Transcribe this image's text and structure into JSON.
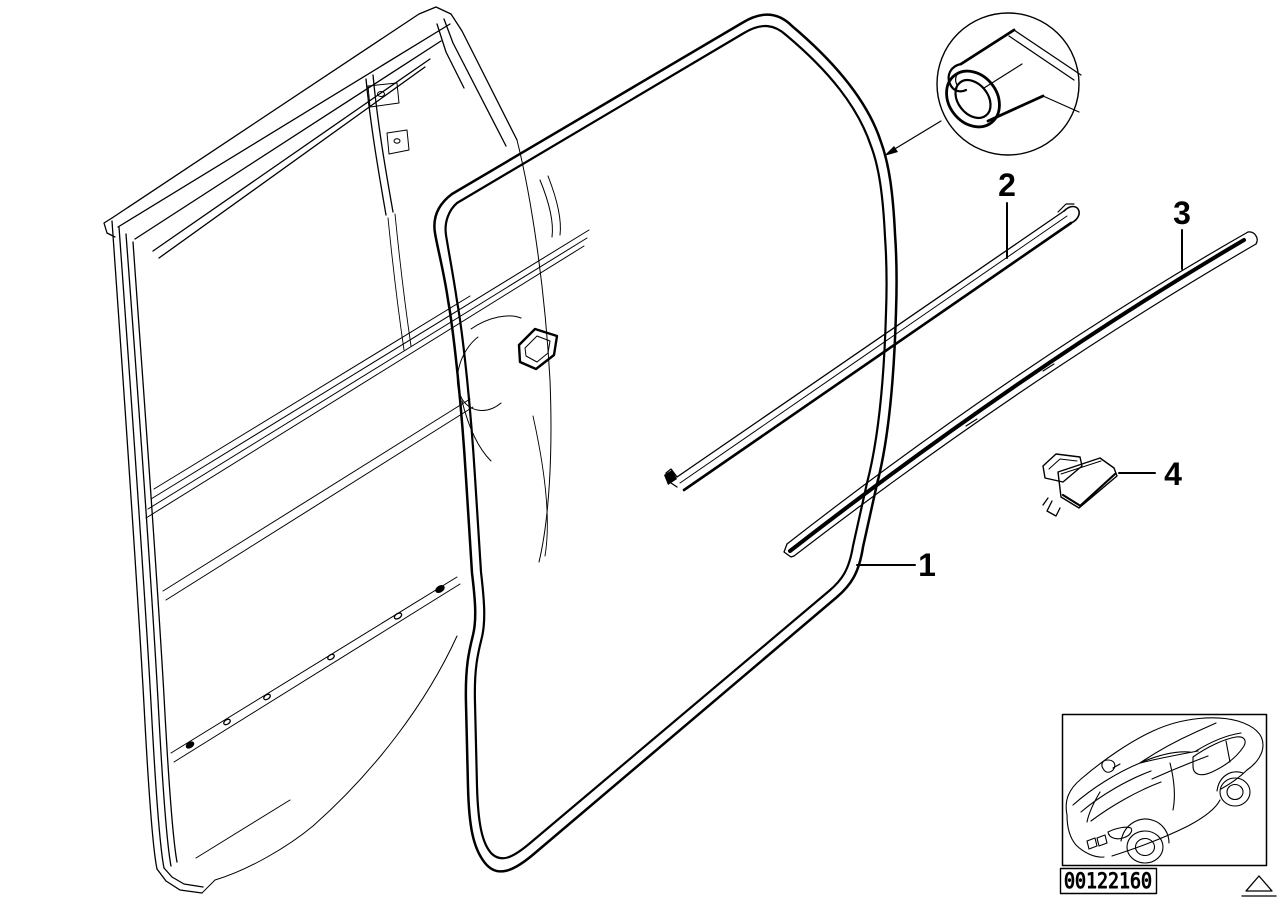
{
  "colors": {
    "ink": "#000000",
    "background": "#ffffff"
  },
  "diagram": {
    "subject": "rear-door-window-frame-and-weatherstrip-exploded-view",
    "callouts": [
      {
        "id": "1",
        "part": "door-weatherstrip-seal-loop",
        "leader": "horizontal"
      },
      {
        "id": "2",
        "part": "inner-window-shaft-molding-strip",
        "leader": "vertical"
      },
      {
        "id": "3",
        "part": "outer-window-shaft-molding-strip",
        "leader": "vertical"
      },
      {
        "id": "4",
        "part": "molding-end-cover-clip",
        "leader": "horizontal"
      }
    ],
    "detail_view": {
      "icon": "seal-cross-section-magnifier-circle",
      "pointer": "arrow-to-seal"
    },
    "thumbnail": {
      "icon": "car-front-three-quarter-sketch"
    },
    "note_icon": "warning-triangle",
    "footer": {
      "diagram_code": "00122160"
    }
  }
}
